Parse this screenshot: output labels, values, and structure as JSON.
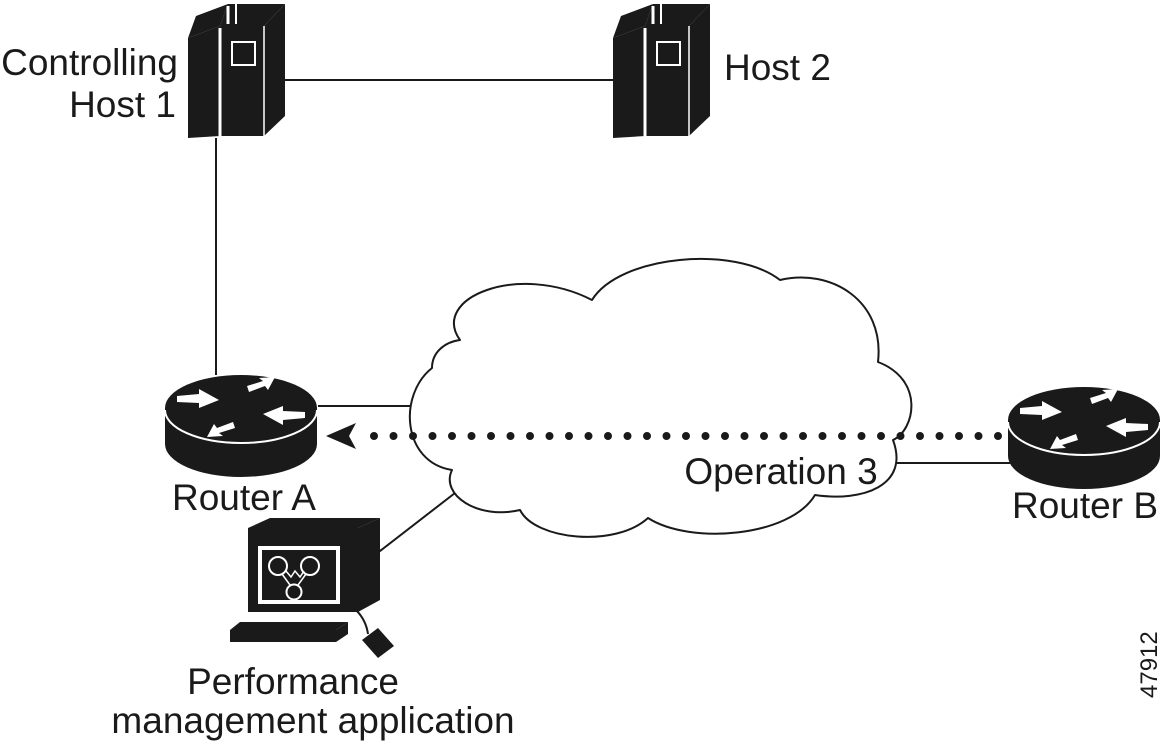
{
  "diagram": {
    "nodes": {
      "host1": {
        "label_lines": [
          "Controlling",
          "Host 1"
        ],
        "icon": "server-tower-icon"
      },
      "host2": {
        "label": "Host 2",
        "icon": "server-tower-icon"
      },
      "router_a": {
        "label": "Router A",
        "icon": "router-icon"
      },
      "router_b": {
        "label": "Router B",
        "icon": "router-icon"
      },
      "network": {
        "icon": "network-cloud-icon"
      },
      "perf_app": {
        "label_lines": [
          "Performance",
          "management application"
        ],
        "icon": "workstation-icon"
      }
    },
    "links": [
      {
        "from": "host1",
        "to": "host2",
        "style": "solid"
      },
      {
        "from": "host1",
        "to": "router_a",
        "style": "solid"
      },
      {
        "from": "router_a",
        "to": "network",
        "style": "solid"
      },
      {
        "from": "network",
        "to": "router_b",
        "style": "solid"
      },
      {
        "from": "network",
        "to": "perf_app",
        "style": "solid"
      },
      {
        "from": "router_b",
        "to": "router_a",
        "style": "dotted-arrow",
        "label": "Operation 3"
      }
    ],
    "figure_id": "47912",
    "colors": {
      "ink": "#1a1a1a",
      "background": "#ffffff"
    }
  }
}
